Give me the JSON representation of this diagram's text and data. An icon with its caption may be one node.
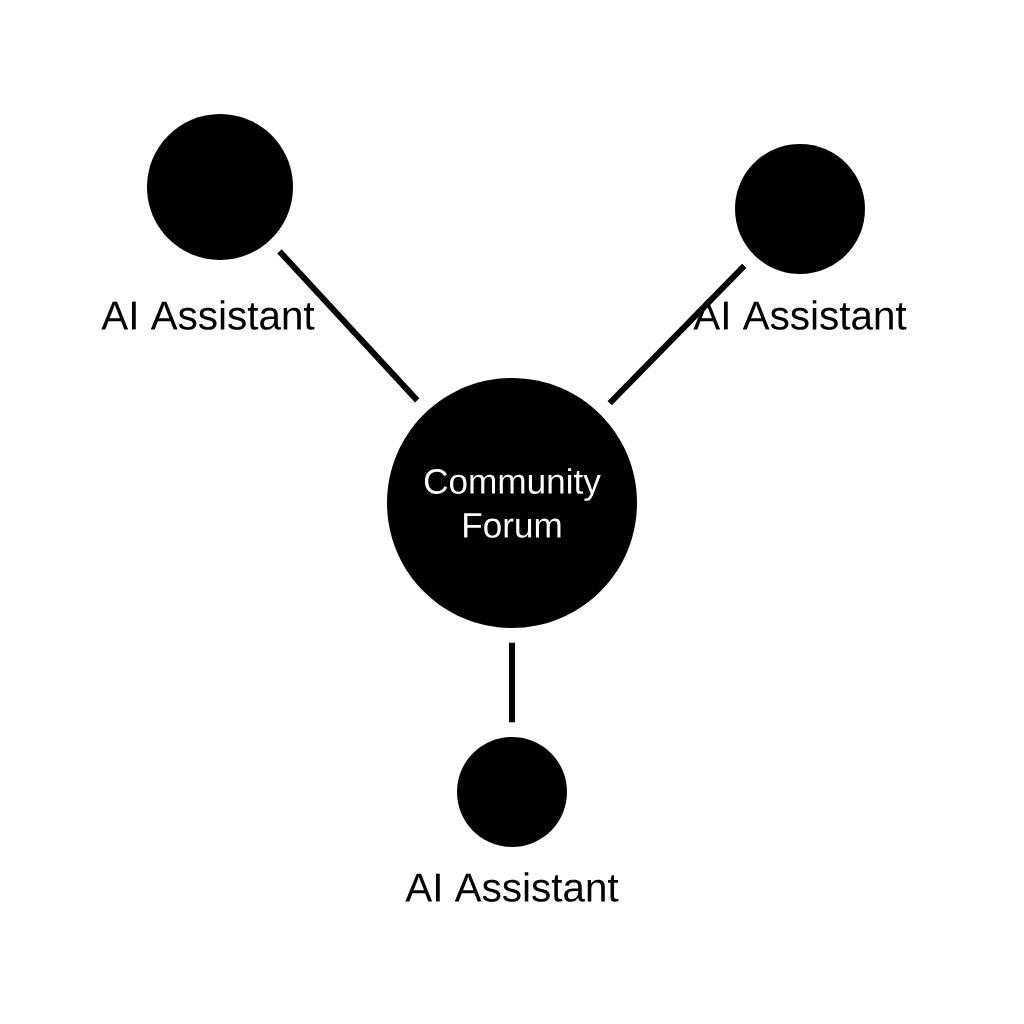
{
  "diagram": {
    "nodes": [
      {
        "text": [
          "AI Assistant"
        ]
      },
      {
        "text": [
          "AI Assistant"
        ]
      },
      {
        "text": [
          "Community Forum"
        ]
      },
      {
        "text": [
          "AI Assistant"
        ]
      }
    ],
    "edges": [
      {
        "from": 2,
        "to": 0,
        "arrow": "none"
      },
      {
        "from": 2,
        "to": 1,
        "arrow": "none"
      },
      {
        "from": 2,
        "to": 3,
        "arrow": "none"
      }
    ]
  }
}
